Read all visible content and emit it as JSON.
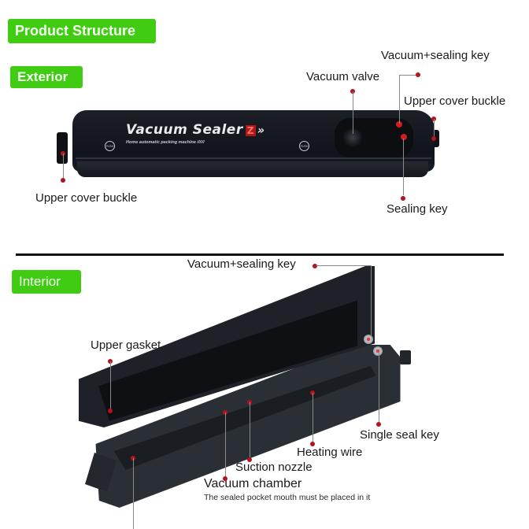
{
  "header": {
    "title": "Product Structure"
  },
  "sections": {
    "exterior": {
      "tag": "Exterior",
      "device": {
        "brand": "Vacuum Sealer",
        "brand_badge": "Z",
        "brand_arrows": "»",
        "subtitle": "Home automatic packing machine //////",
        "push_label": "PUSH"
      },
      "callouts": {
        "vacuum_sealing_key": "Vacuum+sealing key",
        "vacuum_valve": "Vacuum valve",
        "upper_cover_buckle_right": "Upper cover buckle",
        "upper_cover_buckle_left": "Upper cover buckle",
        "sealing_key": "Sealing key"
      }
    },
    "interior": {
      "tag": "Interior",
      "callouts": {
        "vacuum_sealing_key": "Vacuum+sealing key",
        "upper_gasket": "Upper gasket",
        "single_seal_key": "Single seal key",
        "heating_wire": "Heating wire",
        "suction_nozzle": "Suction nozzle",
        "vacuum_chamber": "Vacuum chamber",
        "vacuum_chamber_note": "The sealed pocket mouth must be placed in it"
      }
    }
  },
  "colors": {
    "tag_green": "#3fcc13",
    "callout_dot": "#b5121b",
    "device_body": "#1b1f26"
  }
}
